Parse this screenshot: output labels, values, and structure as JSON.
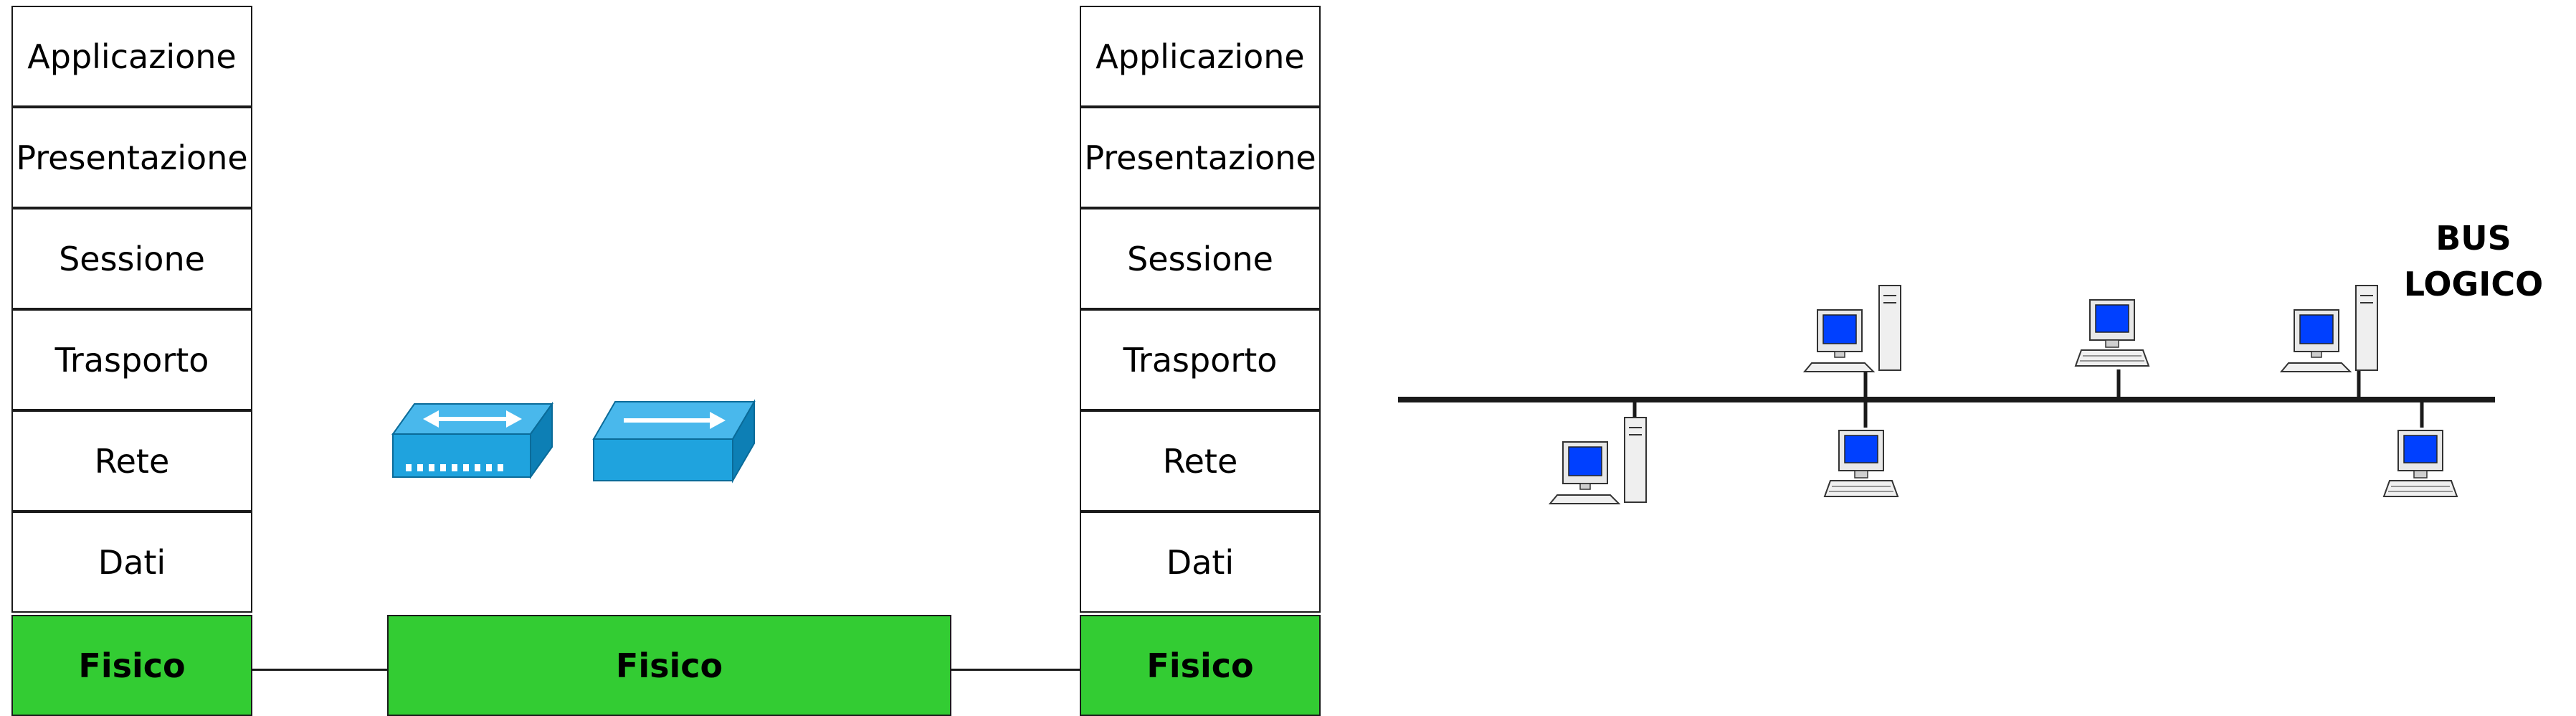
{
  "osi_stacks": {
    "left": [
      "Applicazione",
      "Presentazione",
      "Sessione",
      "Trasporto",
      "Rete",
      "Dati",
      "Fisico"
    ],
    "right": [
      "Applicazione",
      "Presentazione",
      "Sessione",
      "Trasporto",
      "Rete",
      "Dati",
      "Fisico"
    ]
  },
  "middle_layer": "Fisico",
  "bus_label": {
    "line1": "BUS",
    "line2": "LOGICO"
  },
  "colors": {
    "physical_layer": "#33cc33",
    "device_blue": "#1fa3de",
    "device_blue_dark": "#0a6b99",
    "screen_blue": "#0040ff",
    "line": "#1a1a1a"
  },
  "icons": {
    "devices": [
      "hub-icon",
      "switch-icon"
    ],
    "computers": [
      "computer-icon"
    ]
  }
}
